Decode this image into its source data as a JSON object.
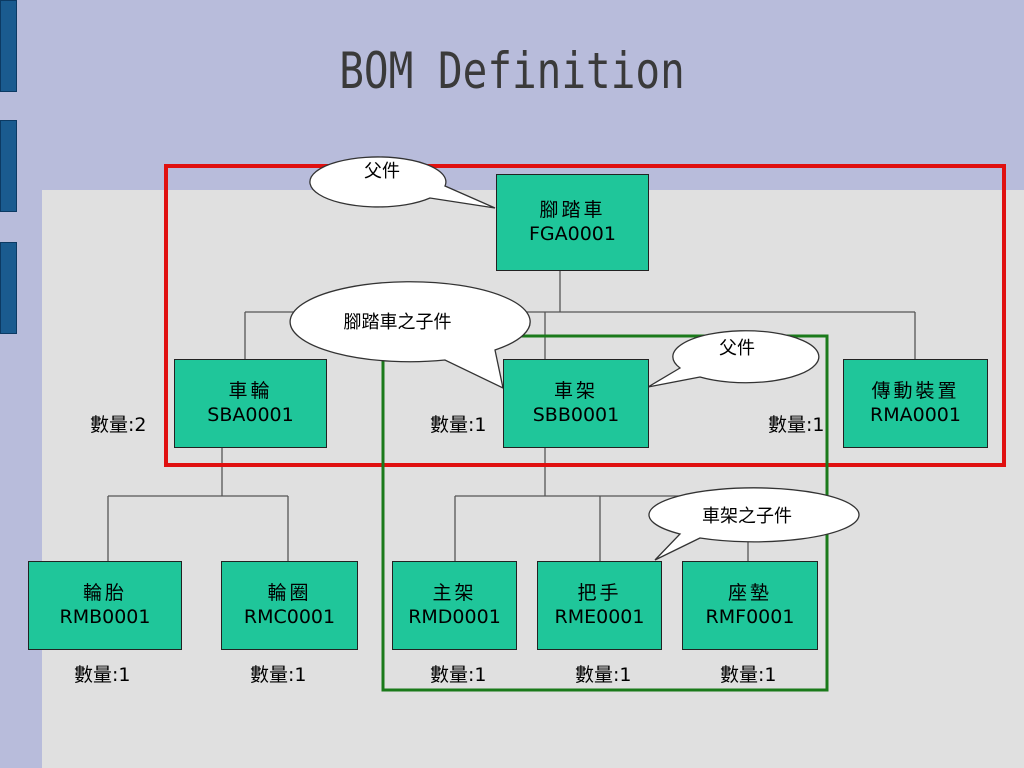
{
  "title": "BOM Definition",
  "nodes": {
    "fga": {
      "name": "腳踏車",
      "code": "FGA0001"
    },
    "sba": {
      "name": "車輪",
      "code": "SBA0001"
    },
    "sbb": {
      "name": "車架",
      "code": "SBB0001"
    },
    "rma": {
      "name": "傳動裝置",
      "code": "RMA0001"
    },
    "rmb": {
      "name": "輪胎",
      "code": "RMB0001"
    },
    "rmc": {
      "name": "輪圈",
      "code": "RMC0001"
    },
    "rmd": {
      "name": "主架",
      "code": "RMD0001"
    },
    "rme": {
      "name": "把手",
      "code": "RME0001"
    },
    "rmf": {
      "name": "座墊",
      "code": "RMF0001"
    }
  },
  "quantities": {
    "sba": {
      "label": "數量",
      "value": ":2"
    },
    "sbb": {
      "label": "數量",
      "value": ":1"
    },
    "rma": {
      "label": "數量",
      "value": ":1"
    },
    "rmb": {
      "label": "數量",
      "value": ":1"
    },
    "rmc": {
      "label": "數量",
      "value": ":1"
    },
    "rmd": {
      "label": "數量",
      "value": ":1"
    },
    "rme": {
      "label": "數量",
      "value": ":1"
    },
    "rmf": {
      "label": "數量",
      "value": ":1"
    }
  },
  "callouts": {
    "parent_top": "父件",
    "bike_children": "腳踏車之子件",
    "parent_frame": "父件",
    "frame_children": "車架之子件"
  },
  "colors": {
    "node_fill": "#1fc69a",
    "red_frame": "#e01010",
    "green_frame": "#1a7a1a",
    "slide_bg": "#b8bcdb",
    "panel_bg": "#e0e0e0"
  }
}
